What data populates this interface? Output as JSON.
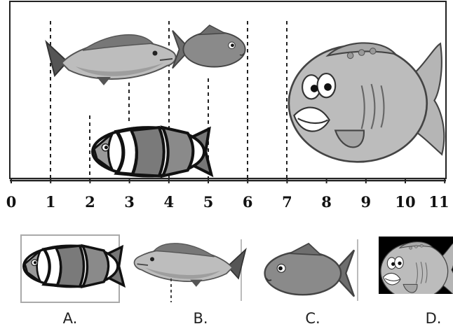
{
  "number_line": {
    "ticks": [
      "0",
      "1",
      "2",
      "3",
      "4",
      "5",
      "6",
      "7",
      "8",
      "9",
      "10",
      "11"
    ]
  },
  "options": [
    {
      "label": "A.",
      "fish": "clownfish-icon"
    },
    {
      "label": "B.",
      "fish": "perch-fish-icon"
    },
    {
      "label": "C.",
      "fish": "small-fish-icon"
    },
    {
      "label": "D.",
      "fish": "puffer-fish-icon"
    }
  ]
}
